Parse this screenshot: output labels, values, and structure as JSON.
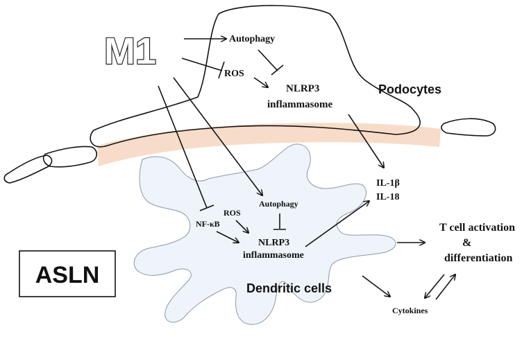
{
  "labels": {
    "m1": "M1",
    "autophagy_top": "Autophagy",
    "ros_top": "ROS",
    "nlrp3_top_line1": "NLRP3",
    "nlrp3_top_line2": "inflammasome",
    "podocytes": "Podocytes",
    "il1b": "IL-1β",
    "il18": "IL-18",
    "autophagy_dc": "Autophagy",
    "ros_dc": "ROS",
    "nfkb": "NF-κB",
    "nlrp3_dc_line1": "NLRP3",
    "nlrp3_dc_line2": "inflammasome",
    "tcell_line1": "T cell activation",
    "tcell_line2": "&",
    "tcell_line3": "differentiation",
    "dendritic": "Dendritic cells",
    "cytokines": "Cytokines",
    "asln": "ASLN"
  },
  "colors": {
    "dendritic_fill": "#eef4fa",
    "basement_band": "#f7dcc9",
    "outline": "#111111"
  }
}
